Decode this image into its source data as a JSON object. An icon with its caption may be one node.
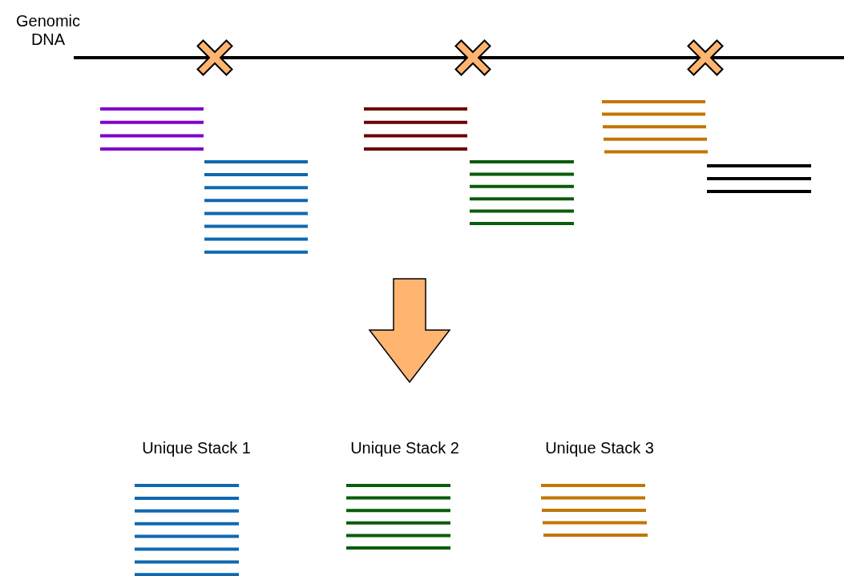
{
  "diagram": {
    "labels": [
      "Genomic DNA",
      "Unique Stack 1",
      "Unique Stack 2",
      "Unique Stack 3"
    ]
  }
}
